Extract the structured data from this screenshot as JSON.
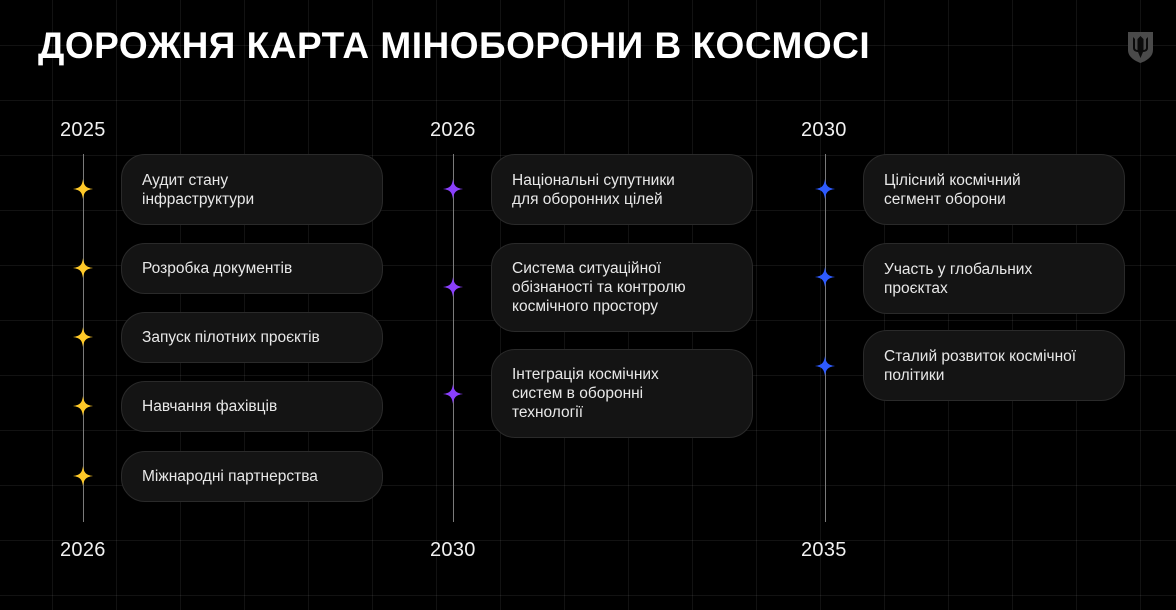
{
  "header": {
    "title": "ДОРОЖНЯ КАРТА МІНОБОРОНИ В КОСМОСІ",
    "logo_icon": "trident-shield-icon"
  },
  "colors": {
    "background": "#000000",
    "card_bg": "#141414",
    "card_border": "#2a2a2a",
    "phase1_accent": "#FFC928",
    "phase2_accent": "#8A3FFC",
    "phase3_accent": "#2E5BFF",
    "axis": "#7a7a7a"
  },
  "phases": [
    {
      "start_year": "2025",
      "end_year": "2026",
      "marker_icon": "four-point-star-icon",
      "accent": "#FFC928",
      "items": [
        {
          "label": "Аудит стану\nінфраструктури"
        },
        {
          "label": "Розробка документів"
        },
        {
          "label": "Запуск пілотних проєктів"
        },
        {
          "label": "Навчання фахівців"
        },
        {
          "label": "Міжнародні партнерства"
        }
      ]
    },
    {
      "start_year": "2026",
      "end_year": "2030",
      "marker_icon": "four-point-star-icon",
      "accent": "#8A3FFC",
      "items": [
        {
          "label": "Національні супутники\nдля оборонних цілей"
        },
        {
          "label": "Система ситуаційної\nобізнаності та контролю\nкосмічного простору"
        },
        {
          "label": "Інтеграція космічних\nсистем в оборонні\nтехнології"
        }
      ]
    },
    {
      "start_year": "2030",
      "end_year": "2035",
      "marker_icon": "four-point-star-icon",
      "accent": "#2E5BFF",
      "items": [
        {
          "label": "Цілісний космічний\nсегмент оборони"
        },
        {
          "label": "Участь у глобальних\nпроєктах"
        },
        {
          "label": "Сталий розвиток космічної\nполітики"
        }
      ]
    }
  ]
}
